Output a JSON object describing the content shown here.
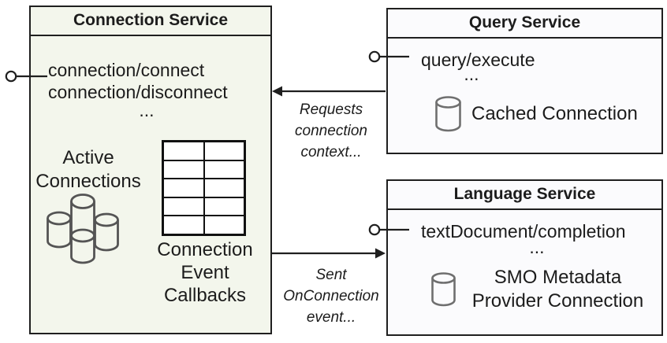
{
  "colors": {
    "connection_box_bg": "#f3f6ec",
    "service_box_bg": "#fbfbfd",
    "border": "#1f1f1f",
    "cylinder_cluster_stroke": "#545454",
    "cylinder_single_stroke": "#6f6f6f",
    "text": "#1c1c1c"
  },
  "connection_service": {
    "title": "Connection Service",
    "methods": [
      "connection/connect",
      "connection/disconnect"
    ],
    "ellipsis": "...",
    "active_label": [
      "Active",
      "Connections"
    ],
    "callbacks_label": [
      "Connection",
      "Event",
      "Callbacks"
    ],
    "table": {
      "rows": 5,
      "cols": 2
    },
    "icons": [
      "database-cluster-icon",
      "grid-table-icon",
      "interface-lollipop-icon"
    ]
  },
  "query_service": {
    "title": "Query Service",
    "methods": [
      "query/execute"
    ],
    "ellipsis": "...",
    "cached_label": "Cached Connection",
    "icons": [
      "database-cylinder-icon",
      "interface-lollipop-icon"
    ]
  },
  "language_service": {
    "title": "Language Service",
    "methods": [
      "textDocument/completion"
    ],
    "ellipsis": "...",
    "provider_label": [
      "SMO Metadata",
      "Provider Connection"
    ],
    "icons": [
      "database-cylinder-icon",
      "interface-lollipop-icon"
    ]
  },
  "arrows": {
    "request": {
      "label": [
        "Requests",
        "connection",
        "context..."
      ],
      "direction": "query-service-to-connection-service"
    },
    "event": {
      "label": [
        "Sent",
        "OnConnection",
        "event..."
      ],
      "direction": "connection-service-to-language-service"
    }
  }
}
